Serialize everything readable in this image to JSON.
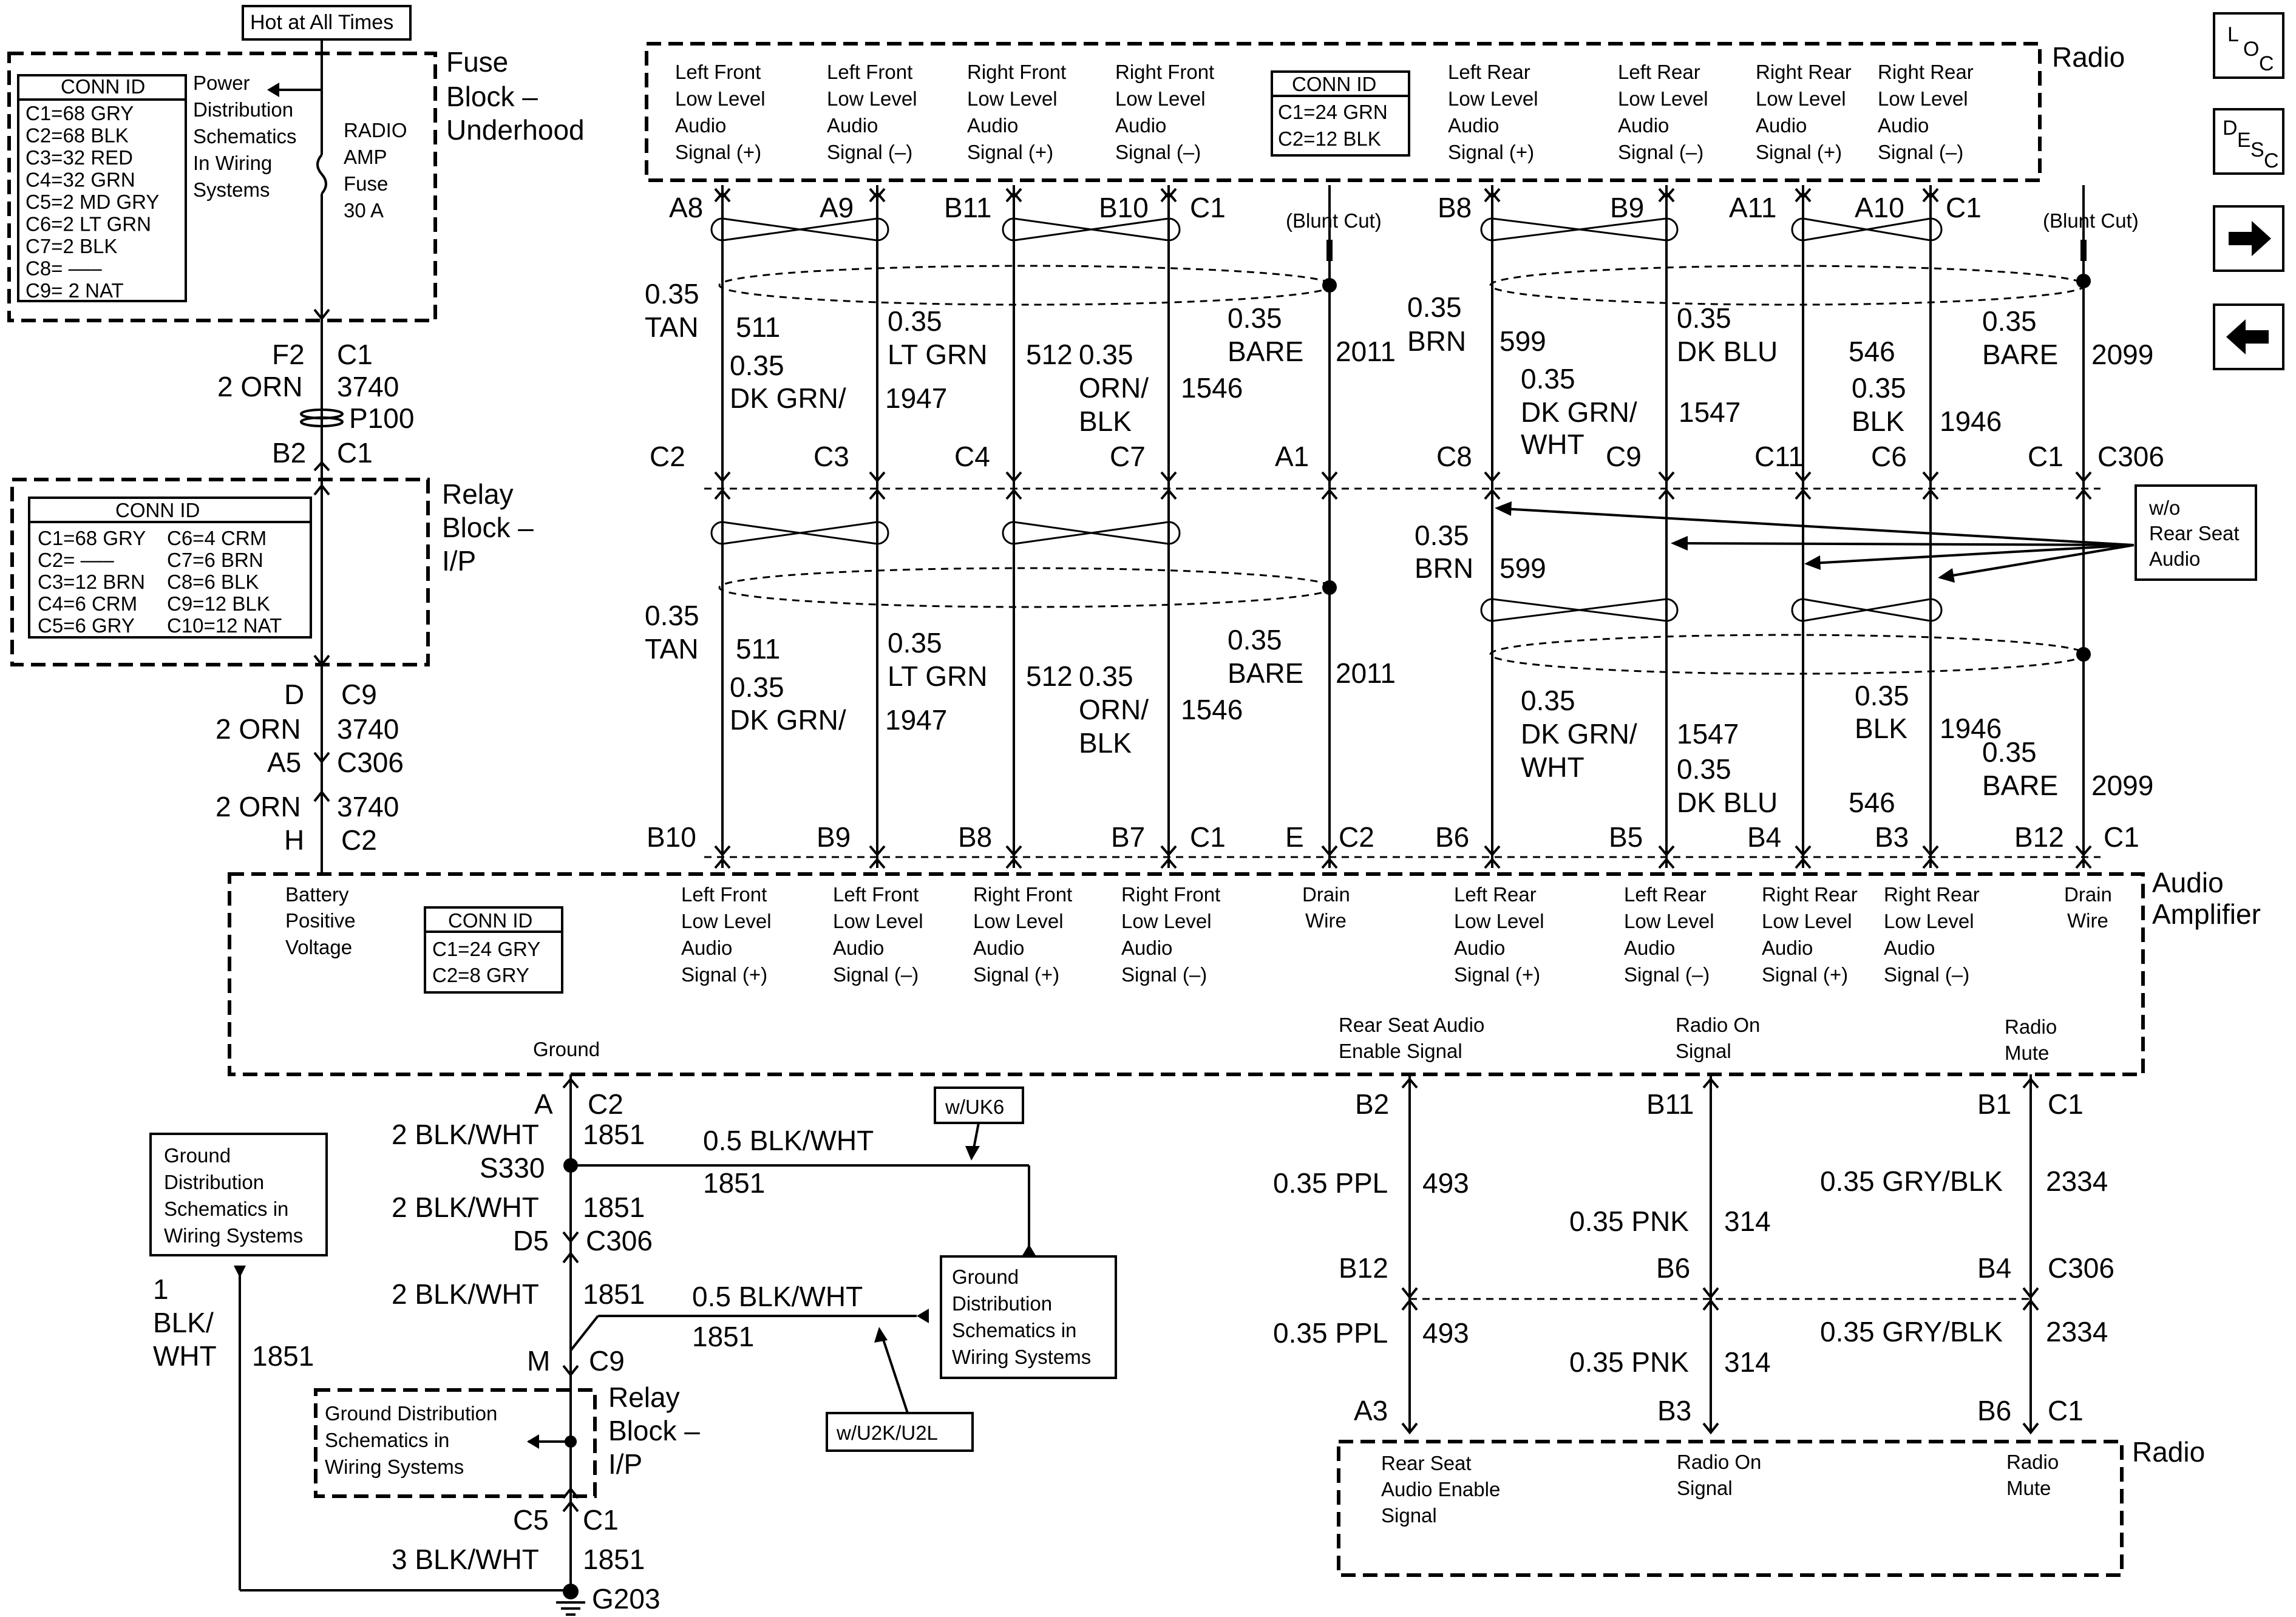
{
  "nav": {
    "loc": [
      "L",
      "O",
      "C"
    ],
    "desc": [
      "D",
      "E",
      "S",
      "C"
    ],
    "next_icon": "arrow-right-icon",
    "prev_icon": "arrow-left-icon"
  },
  "top_left": {
    "hot_label": "Hot at All Times",
    "fuse_block_title": [
      "Fuse",
      "Block –",
      "Underhood"
    ],
    "conn_id_title": "CONN ID",
    "conn_ids": [
      "C1=68 GRY",
      "C2=68 BLK",
      "C3=32 RED",
      "C4=32 GRN",
      "C5=2 MD GRY",
      "C6=2 LT GRN",
      "C7=2 BLK",
      "C8= –––",
      "C9= 2 NAT"
    ],
    "power_note": [
      "Power",
      "Distribution",
      "Schematics",
      "In Wiring",
      "Systems"
    ],
    "fuse_label": [
      "RADIO",
      "AMP",
      "Fuse",
      "30 A"
    ],
    "f2": "F2",
    "c1a": "C1",
    "orn2": "2 ORN",
    "n3740": "3740",
    "p100": "P100",
    "b2": "B2",
    "c1b": "C1"
  },
  "relay_block": {
    "title": [
      "Relay",
      "Block –",
      "I/P"
    ],
    "conn_id_title": "CONN ID",
    "conn_left": [
      "C1=68 GRY",
      "C2= –––",
      "C3=12 BRN",
      "C4=6 CRM",
      "C5=6 GRY"
    ],
    "conn_right": [
      "C6=4 CRM",
      "C7=6 BRN",
      "C8=6 BLK",
      "C9=12 BLK",
      "C10=12 NAT"
    ],
    "d": "D",
    "c9": "C9",
    "orn2a": "2 ORN",
    "n3740a": "3740",
    "a5": "A5",
    "c306": "C306",
    "orn2b": "2 ORN",
    "n3740b": "3740",
    "h": "H",
    "c2": "C2"
  },
  "radio_top": {
    "title": "Radio",
    "signals": [
      [
        "Left Front",
        "Low Level",
        "Audio",
        "Signal (+)"
      ],
      [
        "Left Front",
        "Low Level",
        "Audio",
        "Signal (–)"
      ],
      [
        "Right Front",
        "Low Level",
        "Audio",
        "Signal (+)"
      ],
      [
        "Right Front",
        "Low Level",
        "Audio",
        "Signal (–)"
      ],
      [
        "Left Rear",
        "Low Level",
        "Audio",
        "Signal (+)"
      ],
      [
        "Left Rear",
        "Low Level",
        "Audio",
        "Signal (–)"
      ],
      [
        "Right Rear",
        "Low Level",
        "Audio",
        "Signal (+)"
      ],
      [
        "Right Rear",
        "Low Level",
        "Audio",
        "Signal (–)"
      ]
    ],
    "conn_id_title": "CONN ID",
    "conn_ids": [
      "C1=24 GRN",
      "C2=12 BLK"
    ]
  },
  "pins_top": [
    "A8",
    "A9",
    "B11",
    "B10",
    "C1",
    "B8",
    "B9",
    "A11",
    "A10",
    "C1"
  ],
  "blunt_cut": "(Blunt Cut)",
  "wires_upper": {
    "w1": [
      "0.35",
      "TAN",
      "511"
    ],
    "w2": [
      "0.35",
      "DK GRN/",
      "1947"
    ],
    "w3": [
      "0.35",
      "LT GRN",
      "512"
    ],
    "w4": [
      "0.35",
      "ORN/",
      "BLK",
      "1546"
    ],
    "w5": [
      "0.35",
      "BARE",
      "2011"
    ],
    "w6": [
      "0.35",
      "BRN",
      "599"
    ],
    "w7": [
      "0.35",
      "DK GRN/",
      "WHT",
      "1547"
    ],
    "w8": [
      "0.35",
      "DK BLU",
      "546"
    ],
    "w9": [
      "0.35",
      "BLK",
      "1946"
    ],
    "w10": [
      "0.35",
      "BARE",
      "2099"
    ]
  },
  "pins_mid": [
    "C2",
    "C3",
    "C4",
    "C7",
    "A1",
    "C8",
    "C9",
    "C11",
    "C6",
    "C1",
    "C306"
  ],
  "wo_rear_seat": [
    "w/o",
    "Rear Seat",
    "Audio"
  ],
  "wires_lower": {
    "w1": [
      "0.35",
      "TAN",
      "511"
    ],
    "w2": [
      "0.35",
      "DK GRN/",
      "1947"
    ],
    "w3": [
      "0.35",
      "LT GRN",
      "512"
    ],
    "w4": [
      "0.35",
      "ORN/",
      "BLK",
      "1546"
    ],
    "w5": [
      "0.35",
      "BARE",
      "2011"
    ],
    "w6": [
      "0.35",
      "BRN",
      "599"
    ],
    "w7": [
      "0.35",
      "DK GRN/",
      "WHT",
      "1547"
    ],
    "w8": [
      "0.35",
      "DK BLU",
      "546"
    ],
    "w9": [
      "0.35",
      "BLK",
      "1946"
    ],
    "w10": [
      "0.35",
      "BARE",
      "2099"
    ]
  },
  "pins_bottom": [
    "B10",
    "B9",
    "B8",
    "B7",
    "C1",
    "E",
    "C2",
    "B6",
    "B5",
    "B4",
    "B3",
    "B12",
    "C1"
  ],
  "amplifier": {
    "title": [
      "Audio",
      "Amplifier"
    ],
    "battery": [
      "Battery",
      "Positive",
      "Voltage"
    ],
    "conn_id_title": "CONN ID",
    "conn_ids": [
      "C1=24 GRY",
      "C2=8 GRY"
    ],
    "signals": [
      [
        "Left Front",
        "Low Level",
        "Audio",
        "Signal (+)"
      ],
      [
        "Left Front",
        "Low Level",
        "Audio",
        "Signal (–)"
      ],
      [
        "Right Front",
        "Low Level",
        "Audio",
        "Signal (+)"
      ],
      [
        "Right Front",
        "Low Level",
        "Audio",
        "Signal (–)"
      ],
      [
        "Left Rear",
        "Low Level",
        "Audio",
        "Signal (+)"
      ],
      [
        "Left Rear",
        "Low Level",
        "Audio",
        "Signal (–)"
      ],
      [
        "Right Rear",
        "Low Level",
        "Audio",
        "Signal (+)"
      ],
      [
        "Right Rear",
        "Low Level",
        "Audio",
        "Signal (–)"
      ]
    ],
    "drain1": [
      "Drain",
      "Wire"
    ],
    "drain2": [
      "Drain",
      "Wire"
    ],
    "ground": "Ground",
    "rsa_enable": [
      "Rear Seat Audio",
      "Enable Signal"
    ],
    "radio_on": [
      "Radio On",
      "Signal"
    ],
    "radio_mute": [
      "Radio",
      "Mute"
    ]
  },
  "ground_section": {
    "a": "A",
    "c2": "C2",
    "blkwht1": "2 BLK/WHT",
    "n1851a": "1851",
    "s330": "S330",
    "blkwht05a": "0.5 BLK/WHT",
    "n1851b": "1851",
    "wuk6": "w/UK6",
    "blkwht2": "2 BLK/WHT",
    "n1851c": "1851",
    "d5": "D5",
    "c306": "C306",
    "blkwht3": "2 BLK/WHT",
    "n1851d": "1851",
    "blkwht05b": "0.5 BLK/WHT",
    "n1851e": "1851",
    "m": "M",
    "c9": "C9",
    "relay_title": [
      "Relay",
      "Block –",
      "I/P"
    ],
    "gnd_dist_left": [
      "Ground",
      "Distribution",
      "Schematics in",
      "Wiring Systems"
    ],
    "gnd_dist_right": [
      "Ground",
      "Distribution",
      "Schematics in",
      "Wiring Systems"
    ],
    "gnd_dist_relay": [
      "Ground Distribution",
      "Schematics in",
      "Wiring Systems"
    ],
    "wu2k": "w/U2K/U2L",
    "side_wire": [
      "1",
      "BLK/",
      "WHT",
      "1851"
    ],
    "c5": "C5",
    "c1": "C1",
    "blkwht4": "3 BLK/WHT",
    "n1851f": "1851",
    "g203": "G203"
  },
  "control_section": {
    "b2": "B2",
    "b11": "B11",
    "b1": "B1",
    "c1": "C1",
    "ppl1": "0.35 PPL",
    "n493a": "493",
    "pnk1": "0.35 PNK",
    "n314a": "314",
    "gry1": "0.35 GRY/BLK",
    "n2334a": "2334",
    "b12": "B12",
    "b6": "B6",
    "b4": "B4",
    "c306": "C306",
    "ppl2": "0.35 PPL",
    "n493b": "493",
    "pnk2": "0.35 PNK",
    "n314b": "314",
    "gry2": "0.35 GRY/BLK",
    "n2334b": "2334",
    "a3": "A3",
    "b3": "B3",
    "b6b": "B6",
    "c1b": "C1",
    "radio_title": "Radio",
    "rsa_enable": [
      "Rear Seat",
      "Audio Enable",
      "Signal"
    ],
    "radio_on": [
      "Radio On",
      "Signal"
    ],
    "radio_mute": [
      "Radio",
      "Mute"
    ]
  }
}
